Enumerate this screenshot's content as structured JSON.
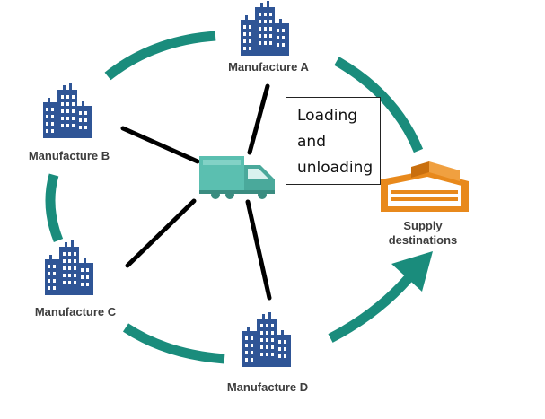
{
  "nodes": {
    "manufacture_a": "Manufacture A",
    "manufacture_b": "Manufacture B",
    "manufacture_c": "Manufacture C",
    "manufacture_d": "Manufacture D",
    "supply_line1": "Supply",
    "supply_line2": "destinations"
  },
  "callout": {
    "lines": [
      "Loading",
      "and",
      "unloading"
    ]
  },
  "colors": {
    "arc": "#1a8c7c",
    "building": "#2f5596",
    "truck": "#5bbfb0",
    "warehouse": "#e8891c",
    "connector": "#000000"
  },
  "icons": {
    "building": "office-building-icon",
    "truck": "delivery-truck-icon",
    "warehouse": "warehouse-icon"
  }
}
